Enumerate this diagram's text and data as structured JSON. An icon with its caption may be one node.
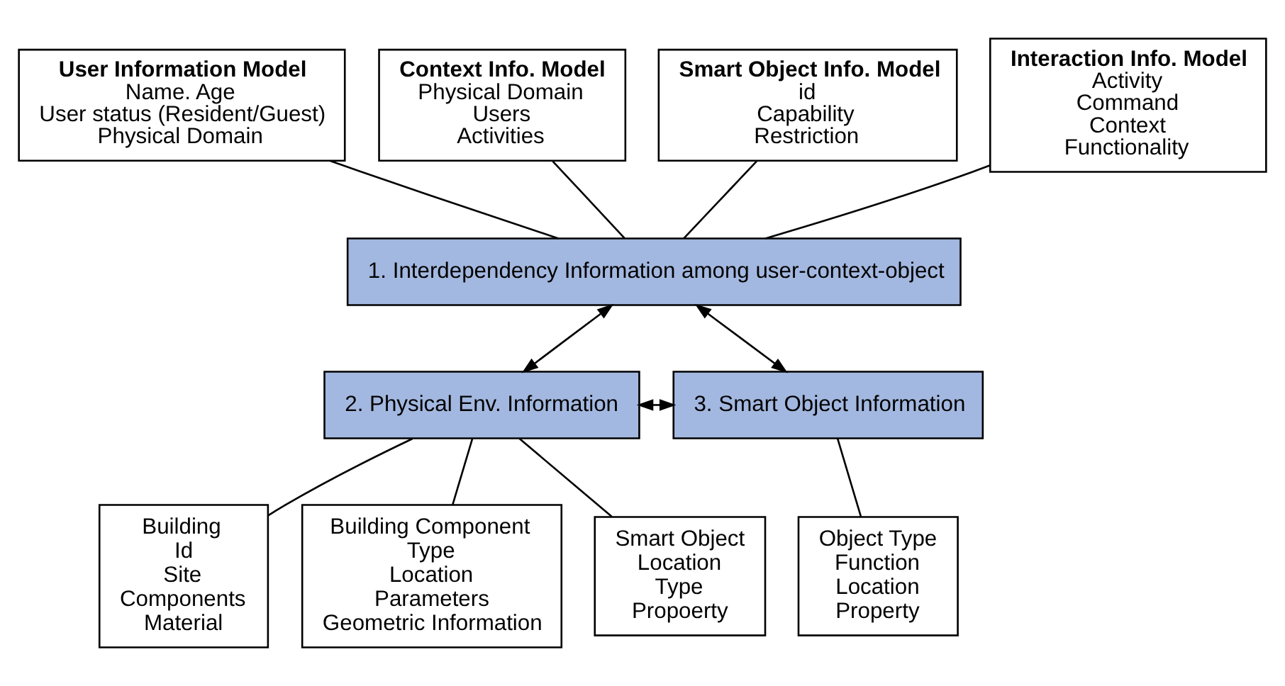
{
  "diagram": {
    "nodes": [
      {
        "text": [
          "User Information Model",
          "Name. Age",
          "User status (Resident/Guest)",
          "Physical Domain"
        ]
      },
      {
        "text": [
          "Context Info. Model",
          "Physical Domain",
          "Users",
          "Activities"
        ]
      },
      {
        "text": [
          "Smart Object Info. Model",
          "id",
          "Capability",
          "Restriction"
        ]
      },
      {
        "text": [
          "Interaction Info. Model",
          "Activity",
          "Command",
          "Context",
          "Functionality"
        ]
      },
      {
        "text": [
          "1. Interdependency Information among user-context-object"
        ]
      },
      {
        "text": [
          "2. Physical Env. Information"
        ]
      },
      {
        "text": [
          "3. Smart Object Information"
        ]
      },
      {
        "text": [
          "Building",
          "Id",
          "Site",
          "Components",
          "Material"
        ]
      },
      {
        "text": [
          "Building Component",
          "Type",
          "Location",
          "Parameters",
          "Geometric Information"
        ]
      },
      {
        "text": [
          "Smart Object",
          "Location",
          "Type",
          "Propoerty"
        ]
      },
      {
        "text": [
          "Object Type",
          "Function",
          "Location",
          "Property"
        ]
      }
    ],
    "edges": [
      {
        "from": 0,
        "to": 4,
        "arrow": "none"
      },
      {
        "from": 1,
        "to": 4,
        "arrow": "none"
      },
      {
        "from": 2,
        "to": 4,
        "arrow": "none"
      },
      {
        "from": 3,
        "to": 4,
        "arrow": "none"
      },
      {
        "from": 4,
        "to": 5,
        "arrow": "both"
      },
      {
        "from": 4,
        "to": 6,
        "arrow": "both"
      },
      {
        "from": 5,
        "to": 6,
        "arrow": "both"
      },
      {
        "from": 5,
        "to": 7,
        "arrow": "none"
      },
      {
        "from": 5,
        "to": 8,
        "arrow": "none"
      },
      {
        "from": 5,
        "to": 9,
        "arrow": "none"
      },
      {
        "from": 6,
        "to": 10,
        "arrow": "none"
      }
    ]
  }
}
